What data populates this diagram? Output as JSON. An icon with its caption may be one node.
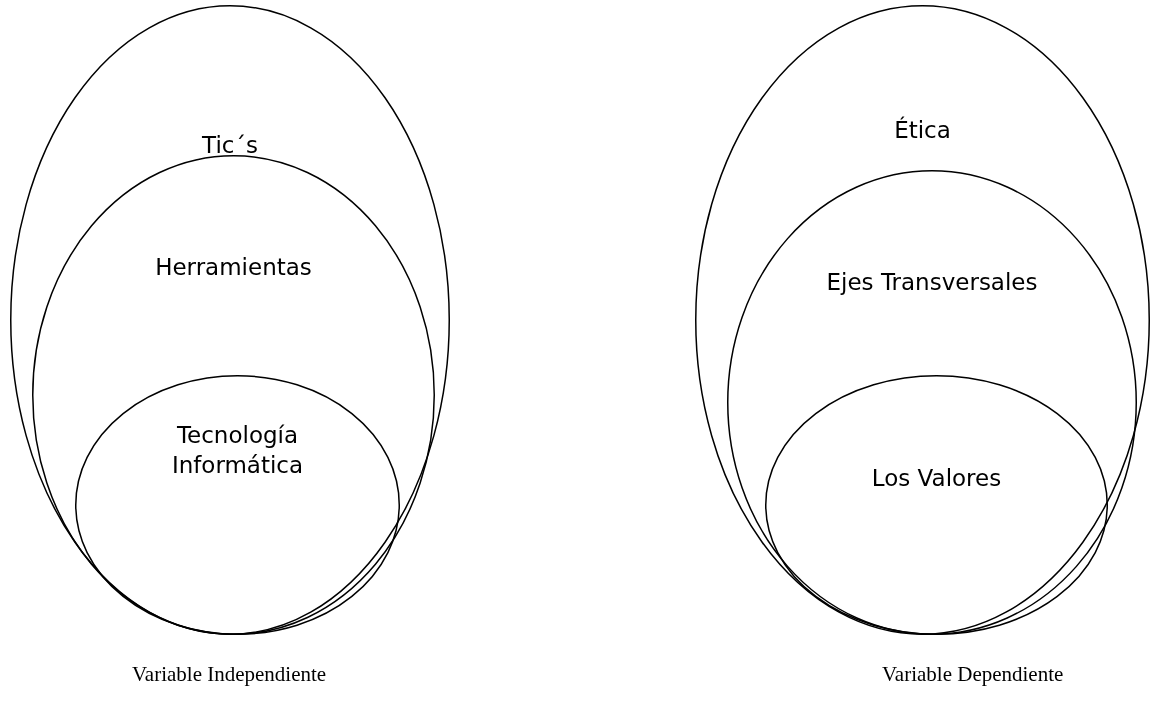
{
  "diagram": {
    "nodes": [
      {
        "text": [
          "Tic´s"
        ],
        "beside": [
          "Variable Independiente"
        ]
      },
      {
        "text": [
          "Herramientas"
        ],
        "in": 0
      },
      {
        "text": [
          "Tecnología Informática"
        ],
        "in": 1
      },
      {
        "text": [
          "Ética"
        ],
        "beside": [
          "Variable Dependiente"
        ]
      },
      {
        "text": [
          "Ejes Transversales"
        ],
        "in": 3
      },
      {
        "text": [
          "Los Valores"
        ],
        "in": 4
      }
    ]
  }
}
